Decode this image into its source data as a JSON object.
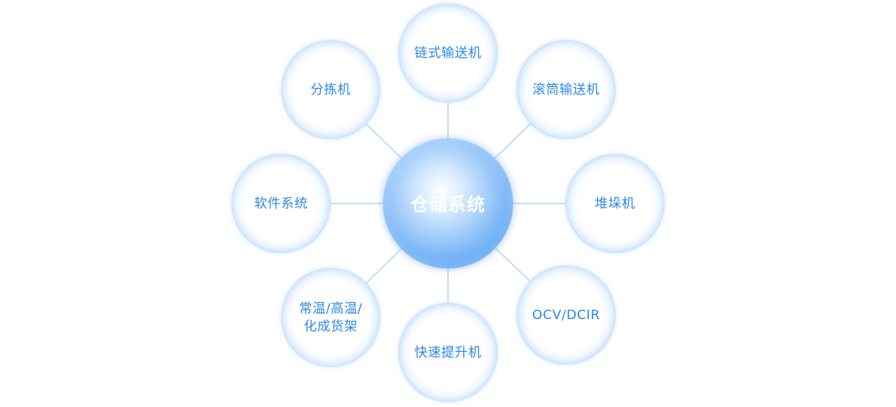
{
  "center": {
    "label": "仓储系统"
  },
  "nodes": [
    {
      "key": "chain",
      "label": "链式输送机"
    },
    {
      "key": "roller",
      "label": "滚筒输送机"
    },
    {
      "key": "stacker",
      "label": "堆垛机"
    },
    {
      "key": "ocv",
      "label": "OCV/DCIR"
    },
    {
      "key": "lift",
      "label": "快速提升机"
    },
    {
      "key": "rack",
      "label": "常温/高温/\n化成货架"
    },
    {
      "key": "software",
      "label": "软件系统"
    },
    {
      "key": "sorter",
      "label": "分拣机"
    }
  ],
  "colors": {
    "text": "#2d87e6",
    "line": "#b9d6f5",
    "center_top": "#d8ebff",
    "center_bottom": "#3a8cf0"
  }
}
